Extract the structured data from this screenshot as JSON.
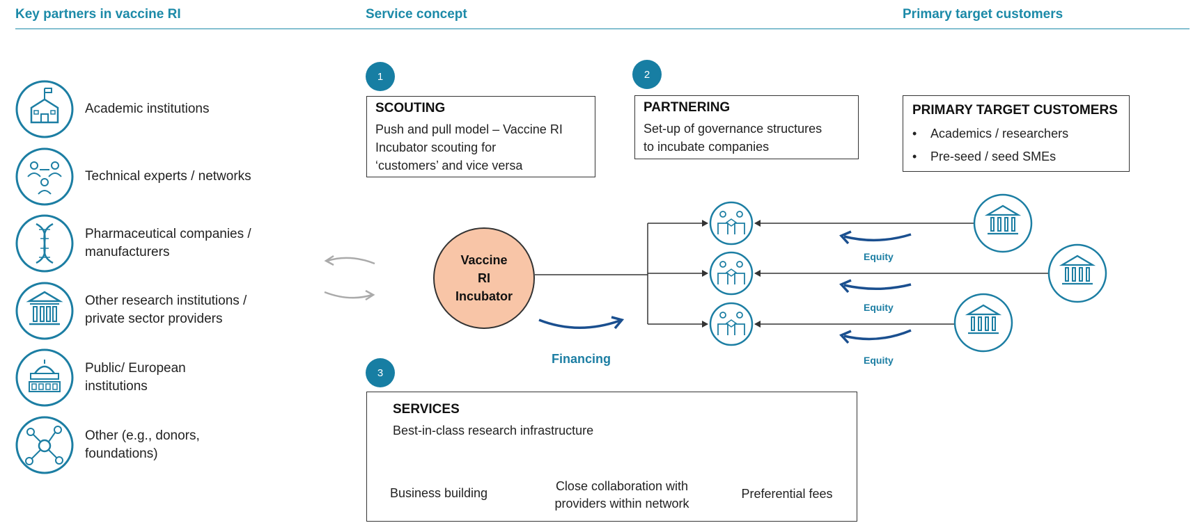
{
  "headers": {
    "partners": "Key partners in vaccine RI",
    "service_concept": "Service concept",
    "customers": "Primary target customers"
  },
  "partners": [
    {
      "icon": "school-icon",
      "label_lines": [
        "Academic institutions"
      ]
    },
    {
      "icon": "network-people-icon",
      "label_lines": [
        "Technical experts / networks"
      ]
    },
    {
      "icon": "dna-icon",
      "label_lines": [
        "Pharmaceutical companies /",
        "manufacturers"
      ]
    },
    {
      "icon": "institution-building-icon",
      "label_lines": [
        "Other research institutions /",
        "private sector providers"
      ]
    },
    {
      "icon": "capitol-building-icon",
      "label_lines": [
        "Public/ European",
        "institutions"
      ]
    },
    {
      "icon": "molecule-icon",
      "label_lines": [
        "Other (e.g., donors,",
        "foundations)"
      ]
    }
  ],
  "steps": {
    "scouting": {
      "number": "1",
      "title": "SCOUTING",
      "text_lines": [
        "Push and pull model – Vaccine RI",
        "Incubator scouting for",
        "‘customers’ and vice versa"
      ]
    },
    "partnering": {
      "number": "2",
      "title": "PARTNERING",
      "text_lines": [
        "Set-up of governance structures",
        "to incubate companies"
      ]
    },
    "services": {
      "number": "3",
      "title": "SERVICES",
      "subtitle": "Best-in-class research infrastructure",
      "items": [
        {
          "icon": "business-building-icon",
          "label_lines": [
            "Business building"
          ]
        },
        {
          "icon": "collaboration-icon",
          "label_lines": [
            "Close collaboration with",
            "providers within network"
          ]
        },
        {
          "icon": "fees-icon",
          "label_lines": [
            "Preferential fees"
          ]
        }
      ]
    }
  },
  "customers_box": {
    "title": "PRIMARY TARGET CUSTOMERS",
    "bullet_symbol": "•",
    "bullets": [
      "Academics / researchers",
      "Pre-seed / seed SMEs"
    ]
  },
  "incubator": {
    "label_lines": [
      "Vaccine",
      "RI",
      "Incubator"
    ]
  },
  "flow": {
    "financing_label": "Financing",
    "equity_labels": [
      "Equity",
      "Equity",
      "Equity"
    ]
  },
  "colors": {
    "accent": "#1c8aa8",
    "dark_accent": "#1a4f8f",
    "incubator_fill": "#f8c5a7",
    "gray_arrow": "#aaaaaa"
  }
}
